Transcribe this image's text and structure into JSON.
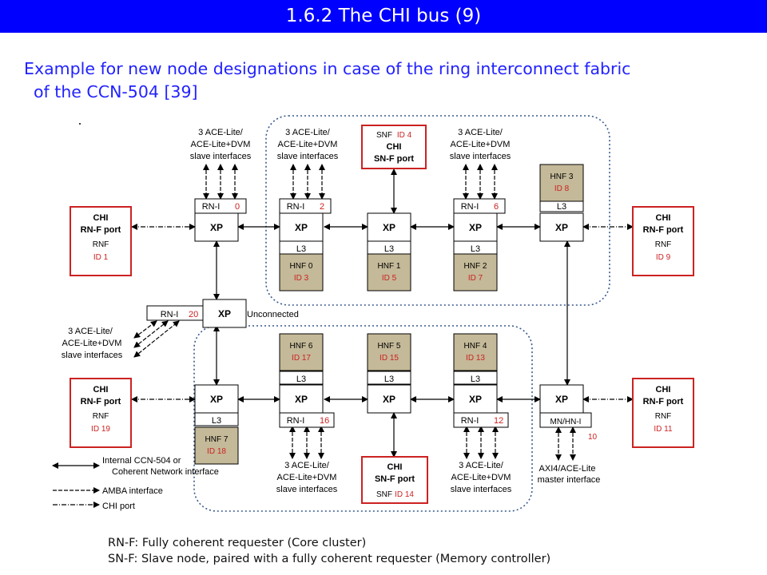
{
  "title": "1.6.2 The CHI bus (9)",
  "subtitle_line1": "Example for new node designations in case of the ring interconnect fabric",
  "subtitle_line2": "of the CCN-504 [39]",
  "notes": [
    "RN-F: Fully coherent requester (Core cluster)",
    "SN-F: Slave node, paired with a fully coherent requester (Memory controller)"
  ],
  "colors": {
    "title_bg": "#0000ff",
    "title_fg": "#ffffff",
    "subtitle": "#2222ff",
    "accent_red": "#cc2222",
    "hnf_fill": "#c4b998"
  },
  "diagram": {
    "xp_label": "XP",
    "l3_label": "L3",
    "rni_label": "RN-I",
    "hnf_label": "HNF",
    "id_prefix": "ID",
    "unconnected": "Unconnected",
    "ace_lite_lines": [
      "3 ACE-Lite/",
      "ACE-Lite+DVM",
      "slave interfaces"
    ],
    "top_snf": {
      "snf_label": "SNF",
      "id": "ID 4",
      "line1": "CHI",
      "line2": "SN-F port"
    },
    "bottom_snf": {
      "line1": "CHI",
      "line2": "SN-F port",
      "snf_label": "SNF",
      "id": "ID 14"
    },
    "rnf_ports": [
      {
        "line1": "CHI",
        "line2": "RN-F port",
        "rnf": "RNF",
        "id": "ID 1"
      },
      {
        "line1": "CHI",
        "line2": "RN-F port",
        "rnf": "RNF",
        "id": "ID 9"
      },
      {
        "line1": "CHI",
        "line2": "RN-F port",
        "rnf": "RNF",
        "id": "ID 19"
      },
      {
        "line1": "CHI",
        "line2": "RN-F port",
        "rnf": "RNF",
        "id": "ID 11"
      }
    ],
    "rni_ids": [
      "0",
      "2",
      "6",
      "20",
      "16",
      "12"
    ],
    "hnfs": [
      {
        "num": "0",
        "id": "ID 3"
      },
      {
        "num": "1",
        "id": "ID 5"
      },
      {
        "num": "2",
        "id": "ID 7"
      },
      {
        "num": "3",
        "id": "ID 8"
      },
      {
        "num": "6",
        "id": "ID 17"
      },
      {
        "num": "5",
        "id": "ID 15"
      },
      {
        "num": "4",
        "id": "ID 13"
      },
      {
        "num": "7",
        "id": "ID 18"
      }
    ],
    "mn_hni": {
      "label": "MN/HN-I",
      "id": "10",
      "lines": [
        "AXI4/ACE-Lite",
        "master  interface"
      ]
    },
    "legend": [
      {
        "text": "Internal CCN-504 or",
        "type": "internal"
      },
      {
        "text": "Coherent Network interface",
        "type": "internal2"
      },
      {
        "text": "AMBA interface",
        "type": "amba"
      },
      {
        "text": "CHI port",
        "type": "chi"
      }
    ]
  }
}
